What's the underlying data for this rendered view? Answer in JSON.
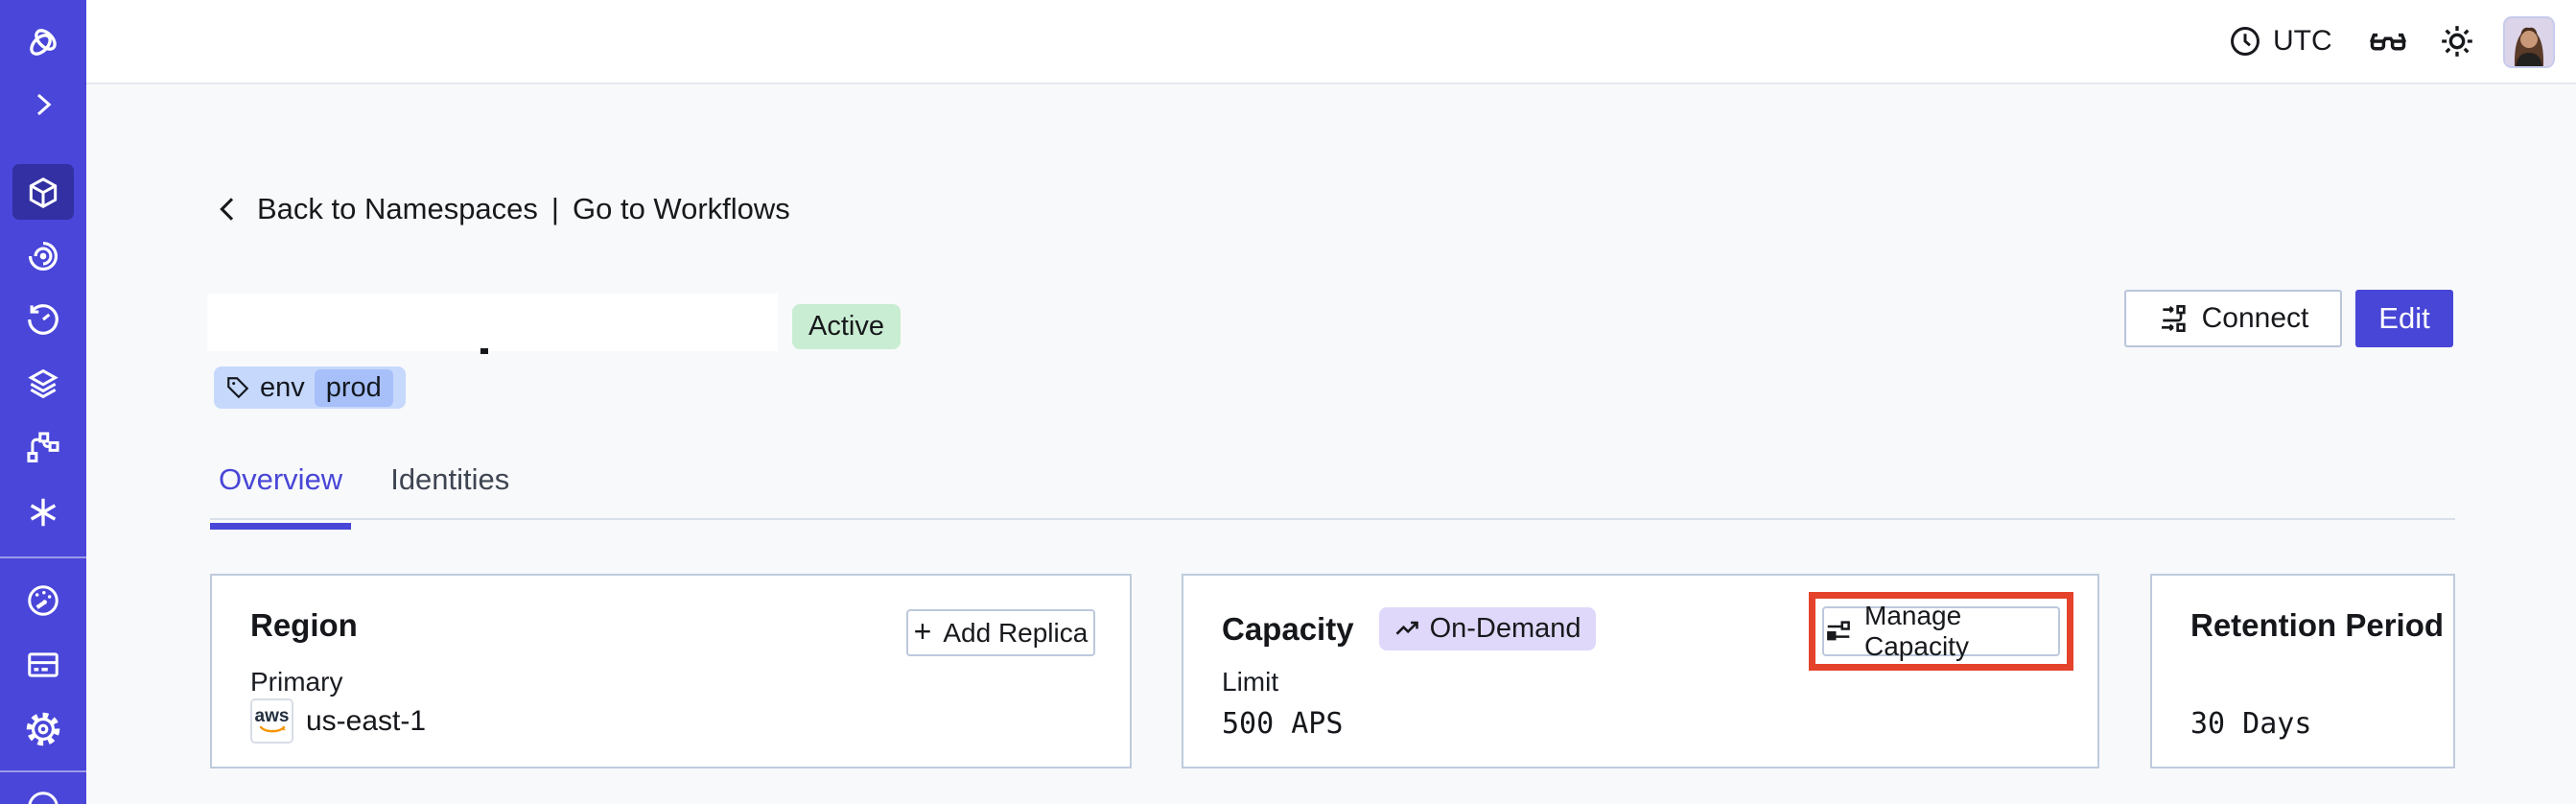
{
  "topbar": {
    "timezone": "UTC"
  },
  "breadcrumb": {
    "back": "Back to Namespaces",
    "separator": "|",
    "workflows": "Go to Workflows"
  },
  "namespace": {
    "status": "Active",
    "tag": {
      "key": "env",
      "value": "prod"
    }
  },
  "actions": {
    "connect": "Connect",
    "edit": "Edit"
  },
  "tabs": [
    {
      "label": "Overview"
    },
    {
      "label": "Identities"
    }
  ],
  "cards": {
    "region": {
      "title": "Region",
      "plus": "+",
      "add_replica_label": "Add Replica",
      "primary_label": "Primary",
      "provider": "aws",
      "value": "us-east-1"
    },
    "capacity": {
      "title": "Capacity",
      "badge": "On-Demand",
      "manage_label": "Manage Capacity",
      "limit_label": "Limit",
      "value": "500 APS"
    },
    "retention": {
      "title": "Retention Period",
      "value": "30 Days"
    }
  },
  "sidebar": {
    "active": "namespaces-cube-icon",
    "icons": [
      "temporal-logo",
      "expand-chevron-icon",
      "namespaces-cube-icon",
      "nexus-spiral-icon",
      "schedules-clock-icon",
      "stack-layers-icon",
      "workflow-branch-icon",
      "asterisk-icon",
      "usage-gauge-icon",
      "billing-card-icon",
      "settings-gear-icon",
      "help-circle-icon"
    ]
  },
  "colors": {
    "accent": "#4846D6",
    "sidebar_bg": "#4946D9",
    "status_badge_bg": "#C9EDD2",
    "ondemand_badge_bg": "#DFD8FA",
    "tag_bg": "#C6D8FC",
    "tag_value_bg": "#A7C0F9",
    "annotation_red": "#E5422B"
  }
}
